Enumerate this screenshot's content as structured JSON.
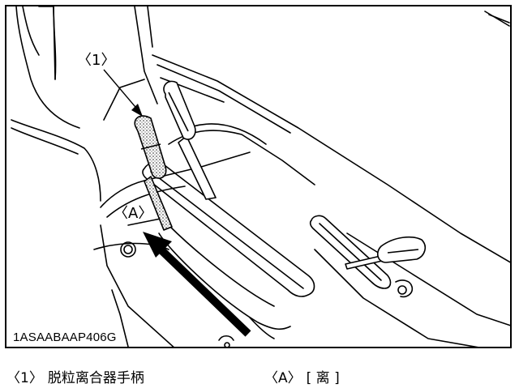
{
  "figure": {
    "id": "1ASAABAAP406G",
    "callouts": {
      "lever": "〈1〉",
      "direction": "〈A〉"
    }
  },
  "legend": {
    "items": [
      {
        "mark": "〈1〉",
        "text": "脱粒离合器手柄"
      },
      {
        "mark": "〈A〉",
        "text": "[ 离 ]"
      }
    ]
  },
  "colors": {
    "ink": "#000000",
    "paper": "#ffffff",
    "grip_stipple": "#6d6d6d"
  }
}
